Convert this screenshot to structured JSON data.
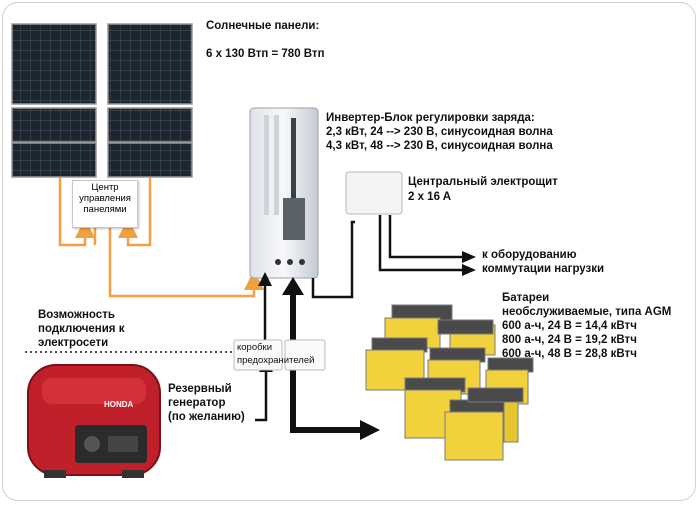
{
  "solar": {
    "title": "Солнечные панели:",
    "spec": "6 x 130 Втп = 780 Втп"
  },
  "controller": {
    "line1": "Центр",
    "line2": "управления",
    "line3": "панелями"
  },
  "inverter": {
    "title": "Инвертер-Блок регулировки заряда:",
    "spec1": "2,3 кВт, 24 --> 230 В, синусоидная волна",
    "spec2": "4,3 кВт, 48 --> 230 В, синусоидная волна"
  },
  "panel": {
    "title": "Центральный электрощит",
    "spec": "2 x 16 A"
  },
  "load": {
    "line1": "к оборудованию",
    "line2": "коммутации нагрузки"
  },
  "grid": {
    "line1": "Возможность",
    "line2": "подключения к",
    "line3": "электросети"
  },
  "fuses": {
    "line1": "коробки",
    "line2": "предохранителей"
  },
  "generator": {
    "line1": "Резервный",
    "line2": "генератор",
    "line3": "(по желанию)",
    "brand": "HONDA"
  },
  "batteries": {
    "title": "Батареи",
    "type": "необслуживаемые, типа AGM",
    "spec1": "600 а-ч, 24 В = 14,4 кВтч",
    "spec2": "800 а-ч, 24 В = 19,2 кВтч",
    "spec3": "600 а-ч, 48 В = 28,8 кВтч"
  },
  "colors": {
    "solar_line": "#f0a040",
    "dc_line": "#111111",
    "panel_cell": "#1c2630",
    "battery_yellow": "#f2d23c",
    "generator_red": "#c0202a"
  }
}
